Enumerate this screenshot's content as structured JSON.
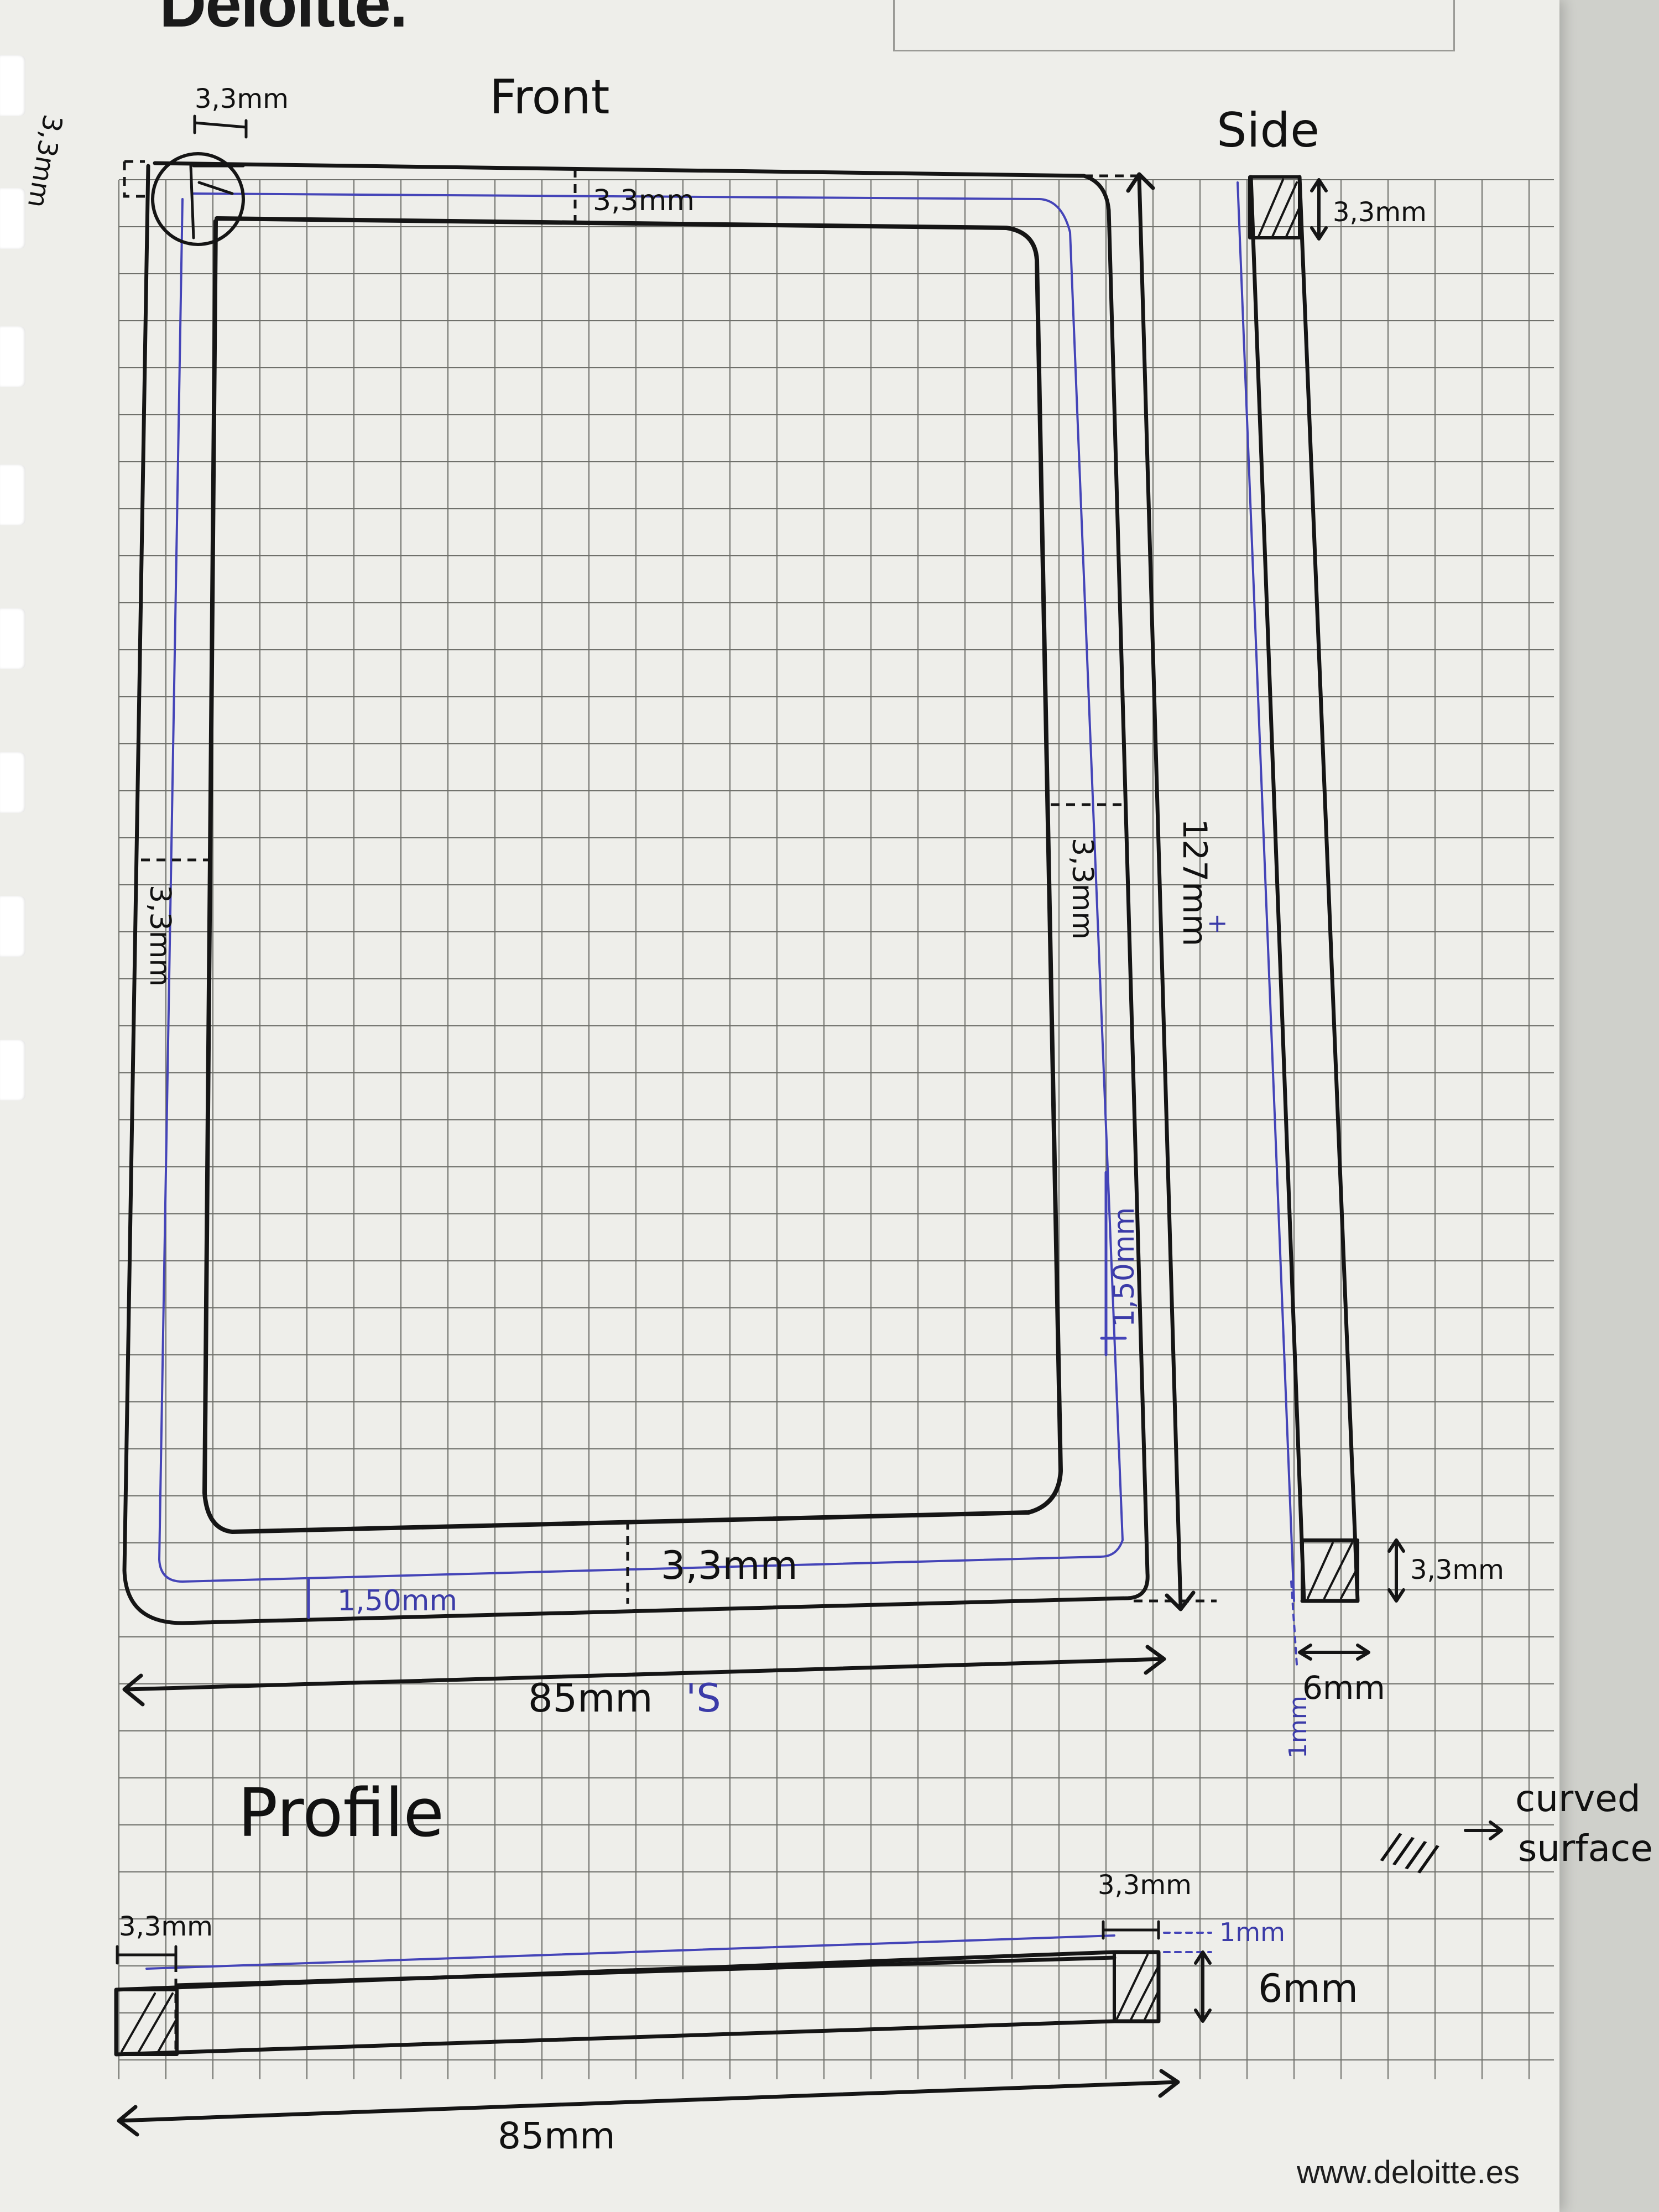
{
  "header": {
    "brand": "Deloitte."
  },
  "footer": {
    "website": "www.deloitte.es"
  },
  "views": {
    "front": {
      "title": "Front"
    },
    "side": {
      "title": "Side"
    },
    "profile": {
      "title": "Profile"
    }
  },
  "dimensions": {
    "front_corner_width": "3,3mm",
    "front_corner_height": "3,3mm",
    "front_top_border": "3,3mm",
    "front_left_border": "3,3mm",
    "front_right_border": "3,3mm",
    "front_bottom_border": "3,3mm",
    "front_inner_right_offset": "1,50mm",
    "front_inner_bottom_offset": "1,50mm",
    "front_height": "127mm",
    "front_height_note": "+",
    "front_width": "85mm",
    "front_width_note": "'S",
    "side_top": "3,3mm",
    "side_bottom": "3,3mm",
    "side_depth": "6mm",
    "side_lip": "1mm",
    "profile_left": "3,3mm",
    "profile_right": "3,3mm",
    "profile_lip": "1mm",
    "profile_height": "6mm",
    "profile_width": "85mm"
  },
  "legend": {
    "symbol": "////",
    "line1": "curved",
    "line2": "surface"
  },
  "colors": {
    "paper": "#eeeeea",
    "grid": "#6f706b",
    "ink": "#151515",
    "blue_ink": "#4444b8"
  }
}
